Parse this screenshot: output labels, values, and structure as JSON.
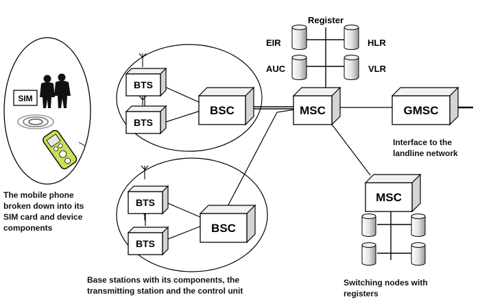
{
  "registers": {
    "title": "Register",
    "eir": "EIR",
    "hlr": "HLR",
    "auc": "AUC",
    "vlr": "VLR"
  },
  "nodes": {
    "bts": "BTS",
    "bsc": "BSC",
    "msc": "MSC",
    "gmsc": "GMSC",
    "sim": "SIM"
  },
  "captions": {
    "gmsc_interface": [
      "Interface to the",
      "landline network"
    ],
    "mobile_phone": [
      "The mobile phone",
      "broken down into its",
      "SIM card and device",
      "components"
    ],
    "base_stations": [
      "Base stations with its components, the",
      "transmitting station and the control unit"
    ],
    "switching_nodes": [
      "Switching nodes with",
      "registers"
    ]
  },
  "colors": {
    "box_front": "#ffffff",
    "box_shade": "#d4d4d4",
    "phone_body": "#c8e05a",
    "phone_screen": "#e6e6e6",
    "wave": "#666666",
    "line": "#000000"
  }
}
